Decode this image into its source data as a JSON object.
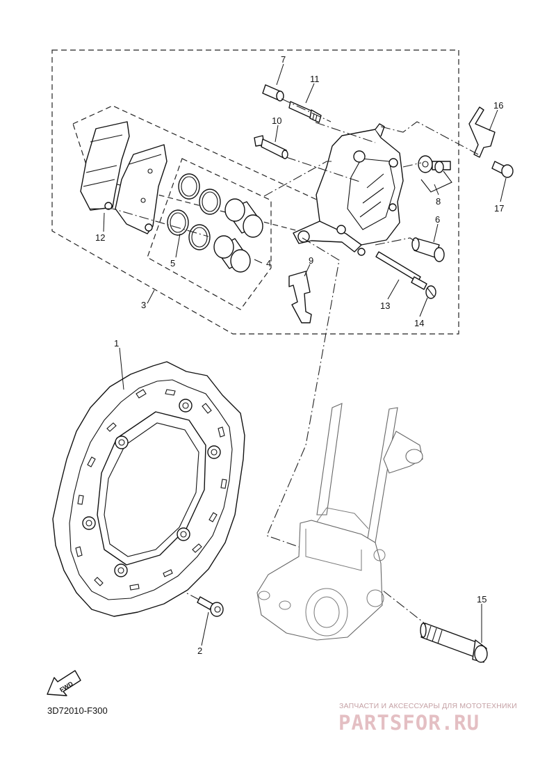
{
  "diagram": {
    "callouts": [
      "1",
      "2",
      "3",
      "4",
      "5",
      "6",
      "7",
      "8",
      "9",
      "10",
      "11",
      "12",
      "13",
      "14",
      "15",
      "16",
      "17"
    ],
    "fwd_label": "FWD",
    "drawing_code": "3D72010-F300"
  },
  "watermark": {
    "caption": "ЗАПЧАСТИ И АКСЕССУАРЫ ДЛЯ МОТОТЕХНИКИ",
    "logo": "PARTSFOR.RU"
  }
}
